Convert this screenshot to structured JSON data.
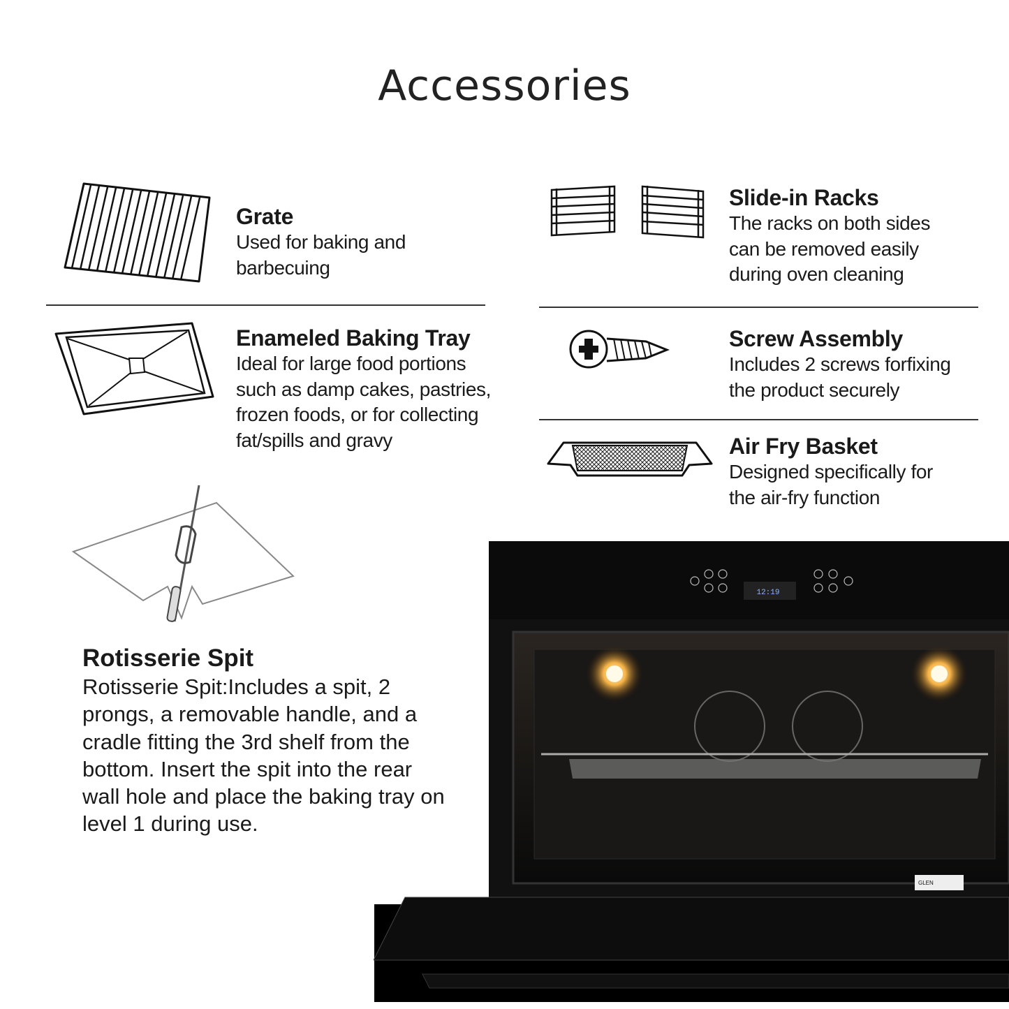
{
  "title": "Accessories",
  "items": [
    {
      "name": "Grate",
      "description": "Used for baking and barbecuing",
      "icon": "grate-icon"
    },
    {
      "name": "Enameled Baking Tray",
      "description": "Ideal for large food portions such as damp cakes, pastries, frozen foods, or for collecting fat/spills and gravy",
      "icon": "baking-tray-icon"
    },
    {
      "name": "Slide-in Racks",
      "description": "The racks on both sides can be removed easily during oven cleaning",
      "icon": "slide-in-racks-icon"
    },
    {
      "name": "Screw Assembly",
      "description": "Includes 2 screws forfixing the product securely",
      "icon": "screw-icon"
    },
    {
      "name": "Air Fry Basket",
      "description": "Designed specifically for the air-fry function",
      "icon": "air-fry-basket-icon"
    },
    {
      "name": "Rotisserie Spit",
      "description": "Rotisserie Spit:Includes a spit, 2 prongs, a removable handle, and a cradle fitting the 3rd shelf from the bottom. Insert the spit into the rear wall hole and place the baking tray on level 1 during use.",
      "icon": "rotisserie-spit-icon"
    }
  ],
  "oven": {
    "display_time": "12:19",
    "brand_label": "GLEN"
  }
}
